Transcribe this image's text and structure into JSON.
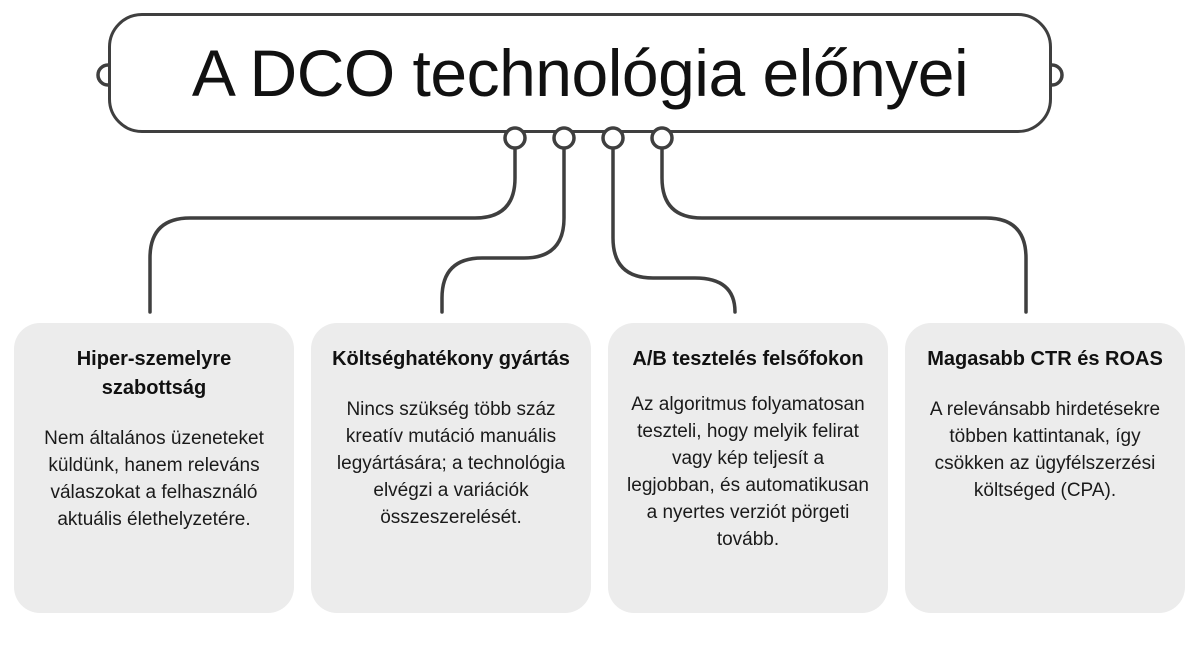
{
  "title": "A DCO technológia előnyei",
  "cards": [
    {
      "heading": "Hiper-szemelyre szabottság",
      "body": "Nem általános üzeneteket küldünk, hanem releváns válaszokat a felhasználó aktuális élethelyzetére."
    },
    {
      "heading": "Költséghatékony gyártás",
      "body": "Nincs szükség több száz kreatív mutáció manuális legyártására; a technológia elvégzi a variációk összeszerelését."
    },
    {
      "heading": "A/B tesztelés felsőfokon",
      "body": "Az algoritmus folyamatosan teszteli, hogy melyik felirat vagy kép teljesít a legjobban, és automatikusan a nyertes verziót pörgeti tovább."
    },
    {
      "heading": "Magasabb CTR és ROAS",
      "body": "A relevánsabb hirdetésekre többen kattintanak, így csökken az ügyfélszerzési költséged (CPA)."
    }
  ],
  "colors": {
    "stroke": "#3f3f3f",
    "card_background": "#ececec",
    "text": "#1a1a1a"
  }
}
